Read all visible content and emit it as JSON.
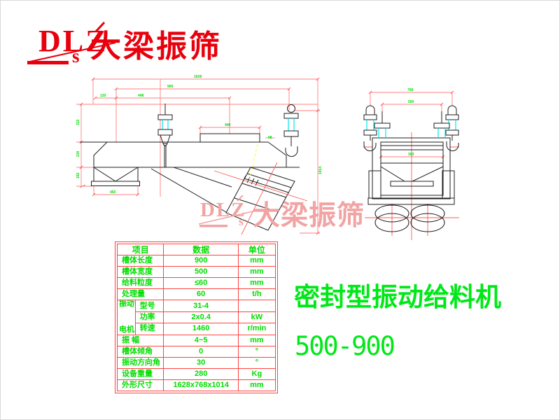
{
  "logo": {
    "dlz": "DLZ",
    "s": "s",
    "brand": "大梁振筛"
  },
  "watermark": {
    "dlz": "DLZ",
    "s": "s",
    "brand": "大梁振筛"
  },
  "product_title": {
    "line1": "密封型振动给料机",
    "line2": "500-900"
  },
  "colors": {
    "logo_red": "#e8000d",
    "cad_green": "#00dd00",
    "dim_red": "#ff7f7f",
    "table_red": "#ff4242",
    "spring_cyan": "#00e8e8",
    "centerline_yellow": "#ffff33",
    "watermark_pink": "#f2a3a3"
  },
  "table": {
    "headers": [
      "项目",
      "数据",
      "单位"
    ],
    "rows_top": [
      {
        "label": "槽体长度",
        "value": "900",
        "unit": "mm"
      },
      {
        "label": "槽体宽度",
        "value": "500",
        "unit": "mm"
      },
      {
        "label": "给料粒度",
        "value": "≤60",
        "unit": "mm"
      },
      {
        "label": "处理量",
        "value": "60",
        "unit": "t/h"
      }
    ],
    "motor_group": {
      "label_top": "振动",
      "label_bottom": "电机",
      "rows": [
        {
          "label": "型号",
          "value": "31-4",
          "unit": ""
        },
        {
          "label": "功率",
          "value": "2x0.4",
          "unit": "kW"
        },
        {
          "label": "转速",
          "value": "1460",
          "unit": "r/min"
        }
      ]
    },
    "rows_bottom": [
      {
        "label": "振 幅",
        "value": "4~5",
        "unit": "mm"
      },
      {
        "label": "槽体倾角",
        "value": "0",
        "unit": "°"
      },
      {
        "label": "振动方向角",
        "value": "30",
        "unit": "°"
      },
      {
        "label": "设备重量",
        "value": "280",
        "unit": "Kg"
      },
      {
        "label": "外形尺寸",
        "value": "1628x768x1014",
        "unit": "mm"
      }
    ]
  },
  "side_view_dims": {
    "overall_length": "1628",
    "trough_length": "900",
    "d120": "120",
    "d448": "448",
    "d440": "440",
    "d450": "450",
    "d98": "98",
    "left_top": "310",
    "left_mid": "216",
    "left_bot": "162",
    "overall_height": "1014"
  },
  "front_view_dims": {
    "overall_width": "768",
    "hanger_span": "500",
    "inner_width": "300"
  }
}
